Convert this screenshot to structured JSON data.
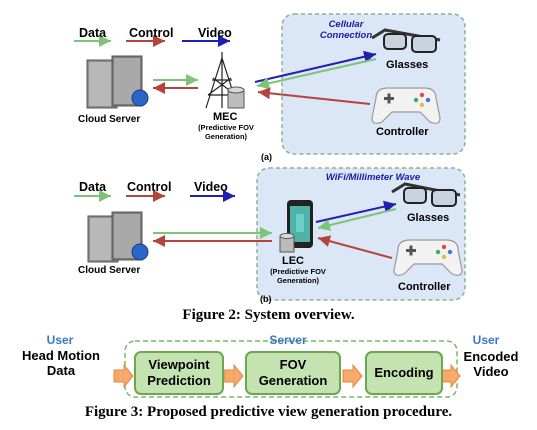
{
  "panel_a": {
    "legend": [
      "Data",
      "Control",
      "Video"
    ],
    "cloud_server": "Cloud Server",
    "mec_title": "MEC",
    "mec_subtitle": "(Predictive FOV Generation)",
    "network": "Cellular Connection",
    "glasses": "Glasses",
    "controller": "Controller",
    "tag": "(a)"
  },
  "panel_b": {
    "legend": [
      "Data",
      "Control",
      "Video"
    ],
    "cloud_server": "Cloud Server",
    "lec_title": "LEC",
    "lec_subtitle": "(Predictive FOV Generation)",
    "network": "WiFi/Millimeter Wave",
    "glasses": "Glasses",
    "controller": "Controller",
    "tag": "(b)"
  },
  "figure2_caption": "Figure 2: System overview.",
  "figure3": {
    "user_label": "User",
    "server_label": "Server",
    "input": "Head Motion Data",
    "steps": [
      "Viewpoint Prediction",
      "FOV Generation",
      "Encoding"
    ],
    "output": "Encoded Video"
  },
  "figure3_caption": "Figure 3: Proposed predictive view generation procedure.",
  "colors": {
    "data": "#7cc576",
    "control": "#b5443c",
    "video": "#1f1fb4",
    "network_bg": "#dbe6f7",
    "step_fill": "#c5e3b1",
    "step_border": "#6aa84f",
    "flow_arrow": "#f0a05a"
  }
}
